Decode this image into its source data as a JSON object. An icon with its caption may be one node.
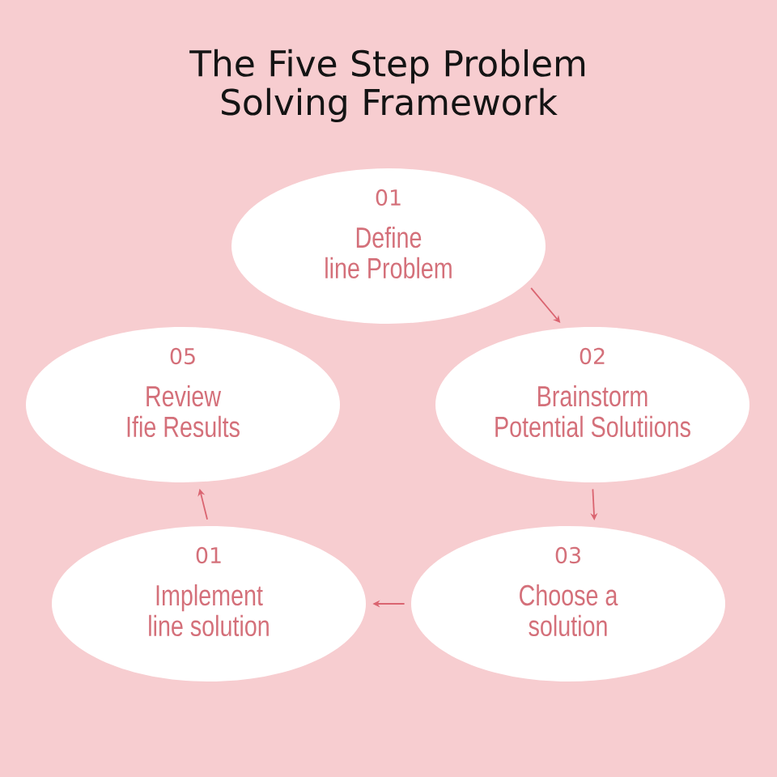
{
  "diagram": {
    "title": "The Five Step Problem Solving Framework",
    "nodes": [
      {
        "text": [
          "01",
          "Define line Problem"
        ]
      },
      {
        "text": [
          "05",
          "Review Ifie Results"
        ]
      },
      {
        "text": [
          "02",
          "Brainstorm Potential Solutiions"
        ]
      },
      {
        "text": [
          "01",
          "Implement line solution"
        ]
      },
      {
        "text": [
          "03",
          "Choose a solution"
        ]
      }
    ],
    "edges": [
      {
        "from": 0,
        "to": 2,
        "arrow": "to"
      },
      {
        "from": 2,
        "to": 4,
        "arrow": "to"
      },
      {
        "from": 4,
        "to": 3,
        "arrow": "to"
      },
      {
        "from": 3,
        "to": 1,
        "arrow": "to"
      }
    ]
  }
}
